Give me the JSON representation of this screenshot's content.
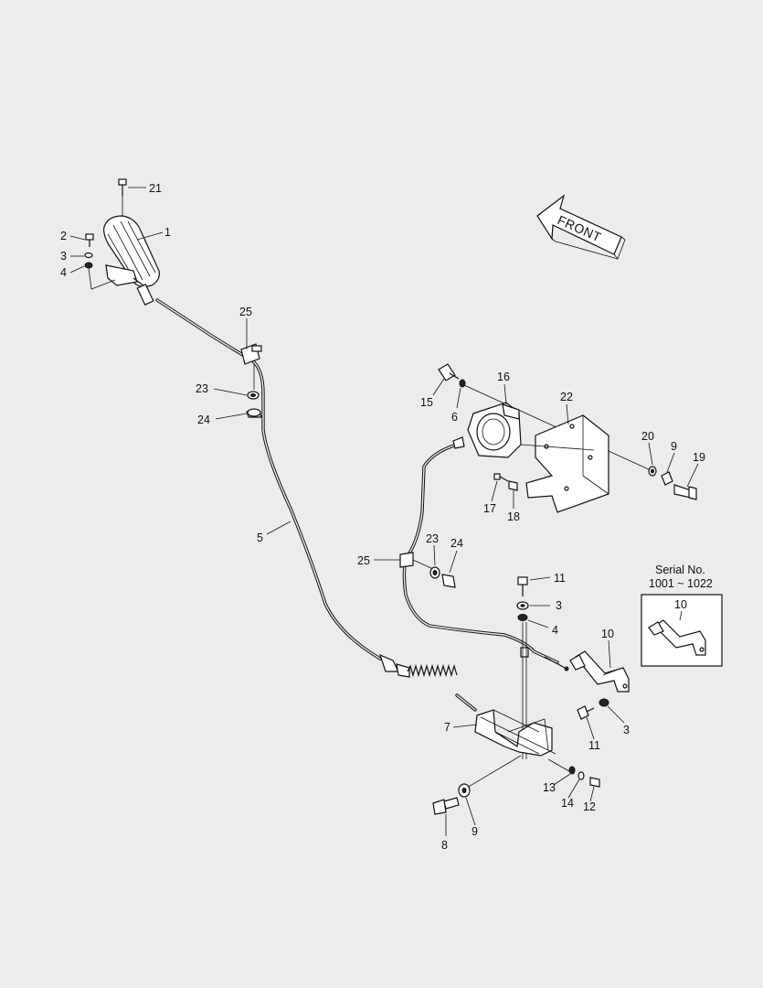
{
  "front_arrow": {
    "text": "FRONT"
  },
  "serial_box": {
    "line1": "Serial No.",
    "line2": "1001 ~ 1022",
    "part_label": "10"
  },
  "labels": {
    "l21": "21",
    "l1": "1",
    "l2": "2",
    "l3a": "3",
    "l4a": "4",
    "l25a": "25",
    "l23a": "23",
    "l24a": "24",
    "l5": "5",
    "l15": "15",
    "l6": "6",
    "l16": "16",
    "l22": "22",
    "l20": "20",
    "l9a": "9",
    "l19": "19",
    "l17": "17",
    "l18": "18",
    "l25b": "25",
    "l23b": "23",
    "l24b": "24",
    "l11a": "11",
    "l3b": "3",
    "l4b": "4",
    "l10": "10",
    "l11b": "11",
    "l3c": "3",
    "l7": "7",
    "l13": "13",
    "l14": "14",
    "l12": "12",
    "l8": "8",
    "l9b": "9"
  }
}
